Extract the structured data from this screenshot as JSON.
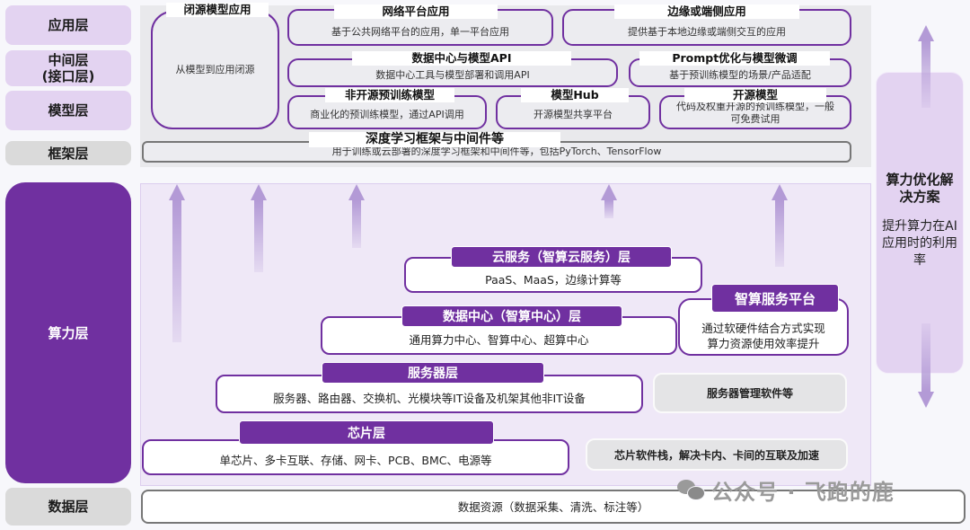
{
  "layers": {
    "application": "应用层",
    "middle": "中间层\n(接口层)",
    "middle_line1": "中间层",
    "middle_line2": "(接口层)",
    "model": "模型层",
    "framework": "框架层",
    "compute": "算力层",
    "data": "数据层"
  },
  "top": {
    "closed_source": {
      "title": "闭源模型应用",
      "desc": "从模型到应用闭源"
    },
    "network_platform": {
      "title": "网络平台应用",
      "desc": "基于公共网络平台的应用，单一平台应用"
    },
    "edge_app": {
      "title": "边缘或端侧应用",
      "desc": "提供基于本地边缘或端侧交互的应用"
    },
    "datacenter_api": {
      "title": "数据中心与模型API",
      "desc": "数据中心工具与模型部署和调用API"
    },
    "prompt_tuning": {
      "title": "Prompt优化与模型微调",
      "desc": "基于预训练模型的场景/产品适配"
    },
    "non_open_pretrained": {
      "title": "非开源预训练模型",
      "desc": "商业化的预训练模型，通过API调用"
    },
    "model_hub": {
      "title": "模型Hub",
      "desc": "开源模型共享平台"
    },
    "open_source": {
      "title": "开源模型",
      "desc": "代码及权重开源的预训练模型，一般可免费试用"
    },
    "framework": {
      "title": "深度学习框架与中间件等",
      "desc": "用于训练或云部署的深度学习框架和中间件等，包括PyTorch、TensorFlow"
    }
  },
  "compute": {
    "cloud": {
      "title": "云服务（智算云服务）层",
      "desc": "PaaS、MaaS，边缘计算等"
    },
    "datacenter": {
      "title": "数据中心（智算中心）层",
      "desc": "通用算力中心、智算中心、超算中心"
    },
    "service_platform": {
      "title": "智算服务平台",
      "desc_line1": "通过软硬件结合方式实现",
      "desc_line2": "算力资源使用效率提升"
    },
    "server": {
      "title": "服务器层",
      "desc": "服务器、路由器、交换机、光模块等IT设备及机架其他非IT设备"
    },
    "server_mgmt": "服务器管理软件等",
    "chip": {
      "title": "芯片层",
      "desc": "单芯片、多卡互联、存储、网卡、PCB、BMC、电源等"
    },
    "chip_software": "芯片软件栈，解决卡内、卡间的互联及加速"
  },
  "data_layer": {
    "desc": "数据资源（数据采集、清洗、标注等）"
  },
  "optimization": {
    "title": "算力优化解决方案",
    "desc": "提升算力在AI应用时的利用率"
  },
  "watermark": {
    "text": "公众号 · 飞跑的鹿",
    "icon": "wechat-icon"
  },
  "colors": {
    "primary_purple": "#7030a0",
    "light_purple": "#e3d3f1",
    "arrow_purple": "#b39ad6",
    "gray": "#dadada"
  }
}
